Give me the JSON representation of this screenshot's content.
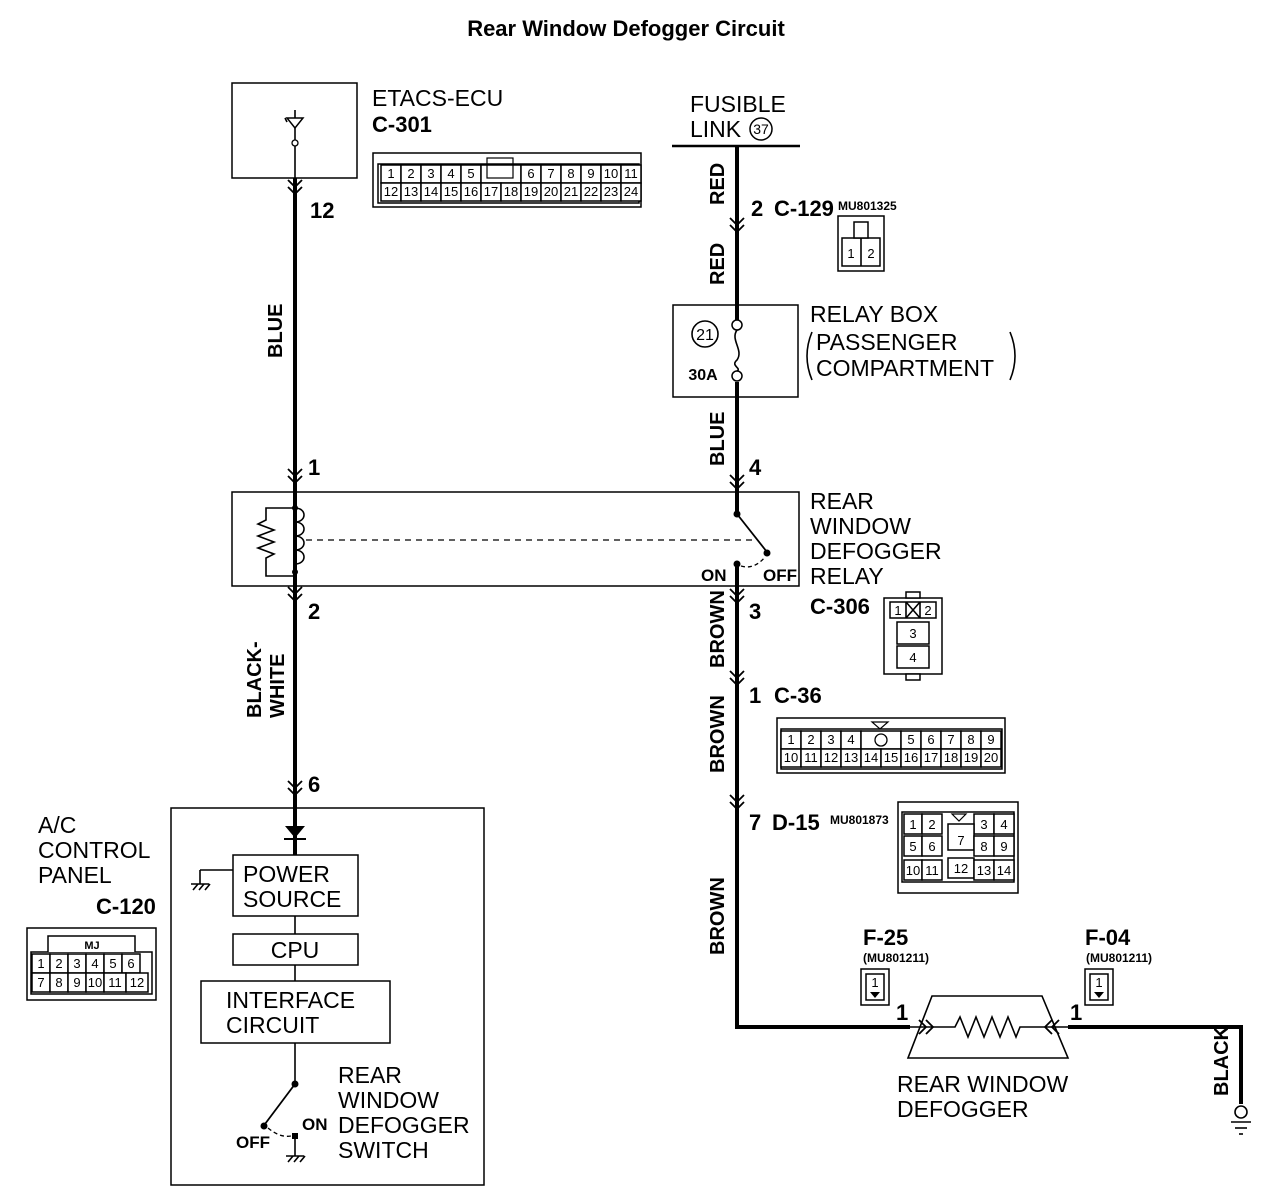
{
  "title": "Rear Window Defogger Circuit",
  "etacs": {
    "name": "ETACS-ECU",
    "connector": "C-301",
    "pin": "12",
    "pins_row1": [
      "1",
      "2",
      "3",
      "4",
      "5",
      "",
      "6",
      "7",
      "8",
      "9",
      "10",
      "11"
    ],
    "pins_row2": [
      "12",
      "13",
      "14",
      "15",
      "16",
      "17",
      "18",
      "19",
      "20",
      "21",
      "22",
      "23",
      "24"
    ]
  },
  "fusible_link": {
    "line1": "FUSIBLE",
    "line2": "LINK",
    "number": "37"
  },
  "c129": {
    "pin": "2",
    "connector": "C-129",
    "part": "MU801325",
    "pins": [
      "1",
      "2"
    ]
  },
  "relay_box": {
    "line1": "RELAY BOX",
    "line2": "PASSENGER",
    "line3": "COMPARTMENT",
    "fuse_number": "21",
    "fuse_rating": "30A"
  },
  "defogger_relay": {
    "line1": "REAR",
    "line2": "WINDOW",
    "line3": "DEFOGGER",
    "line4": "RELAY",
    "connector": "C-306",
    "pin_left_top": "1",
    "pin_left_bottom": "2",
    "pin_right_top": "4",
    "pin_right_bottom": "3",
    "on_label": "ON",
    "off_label": "OFF",
    "pins": [
      "1",
      "2",
      "3",
      "4"
    ]
  },
  "c36": {
    "pin": "1",
    "connector": "C-36",
    "pins_row1": [
      "1",
      "2",
      "3",
      "4",
      "",
      "5",
      "6",
      "7",
      "8",
      "9"
    ],
    "pins_row2": [
      "10",
      "11",
      "12",
      "13",
      "14",
      "15",
      "16",
      "17",
      "18",
      "19",
      "20"
    ]
  },
  "d15": {
    "pin": "7",
    "connector": "D-15",
    "part": "MU801873",
    "pins": [
      "1",
      "2",
      "3",
      "4",
      "5",
      "6",
      "7",
      "8",
      "9",
      "10",
      "11",
      "12",
      "13",
      "14"
    ]
  },
  "wires": {
    "blue_left": "BLUE",
    "black_white_1": "BLACK-",
    "black_white_2": "WHITE",
    "red_top": "RED",
    "red_bottom": "RED",
    "blue_right": "BLUE",
    "brown_1": "BROWN",
    "brown_2": "BROWN",
    "brown_3": "BROWN",
    "black": "BLACK"
  },
  "ac_panel": {
    "line1": "A/C",
    "line2": "CONTROL",
    "line3": "PANEL",
    "connector": "C-120",
    "pin": "6",
    "connector_code": "MJ",
    "pins_row1": [
      "1",
      "2",
      "3",
      "4",
      "5",
      "6"
    ],
    "pins_row2": [
      "7",
      "8",
      "9",
      "10",
      "11",
      "12"
    ],
    "power_1": "POWER",
    "power_2": "SOURCE",
    "cpu": "CPU",
    "iface_1": "INTERFACE",
    "iface_2": "CIRCUIT",
    "sw_1": "REAR",
    "sw_2": "WINDOW",
    "sw_3": "DEFOGGER",
    "sw_4": "SWITCH",
    "sw_on": "ON",
    "sw_off": "OFF"
  },
  "f25": {
    "connector": "F-25",
    "part": "(MU801211)",
    "pin": "1",
    "box_pin": "1"
  },
  "f04": {
    "connector": "F-04",
    "part": "(MU801211)",
    "pin": "1",
    "box_pin": "1"
  },
  "defogger": {
    "line1": "REAR WINDOW",
    "line2": "DEFOGGER"
  }
}
